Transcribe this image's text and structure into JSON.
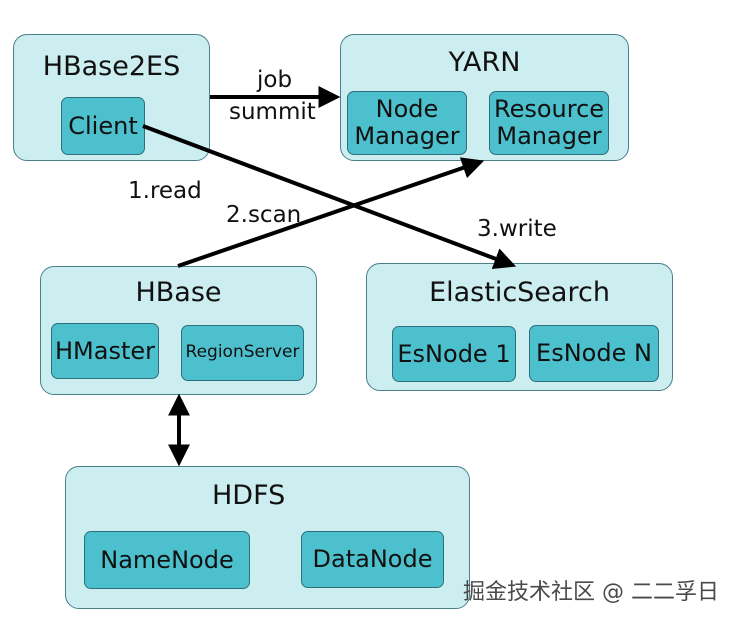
{
  "groups": {
    "hbase2es": {
      "title": "HBase2ES",
      "client": "Client"
    },
    "yarn": {
      "title": "YARN",
      "node_manager": "Node Manager",
      "resource_manager": "Resource Manager"
    },
    "hbase": {
      "title": "HBase",
      "hmaster": "HMaster",
      "region_server": "RegionServer"
    },
    "elasticsearch": {
      "title": "ElasticSearch",
      "esnode_1": "EsNode 1",
      "esnode_n": "EsNode N"
    },
    "hdfs": {
      "title": "HDFS",
      "namenode": "NameNode",
      "datanode": "DataNode"
    }
  },
  "edges": {
    "job_summit": [
      "job",
      "summit"
    ],
    "read": "1.read",
    "scan": "2.scan",
    "write": "3.write"
  },
  "watermark": "掘金技术社区 @ 二二孚日",
  "colors": {
    "group_fill": "#cdeef1",
    "node_fill": "#4dc0cd",
    "border": "#4a7f8c",
    "arrow": "#000000"
  }
}
